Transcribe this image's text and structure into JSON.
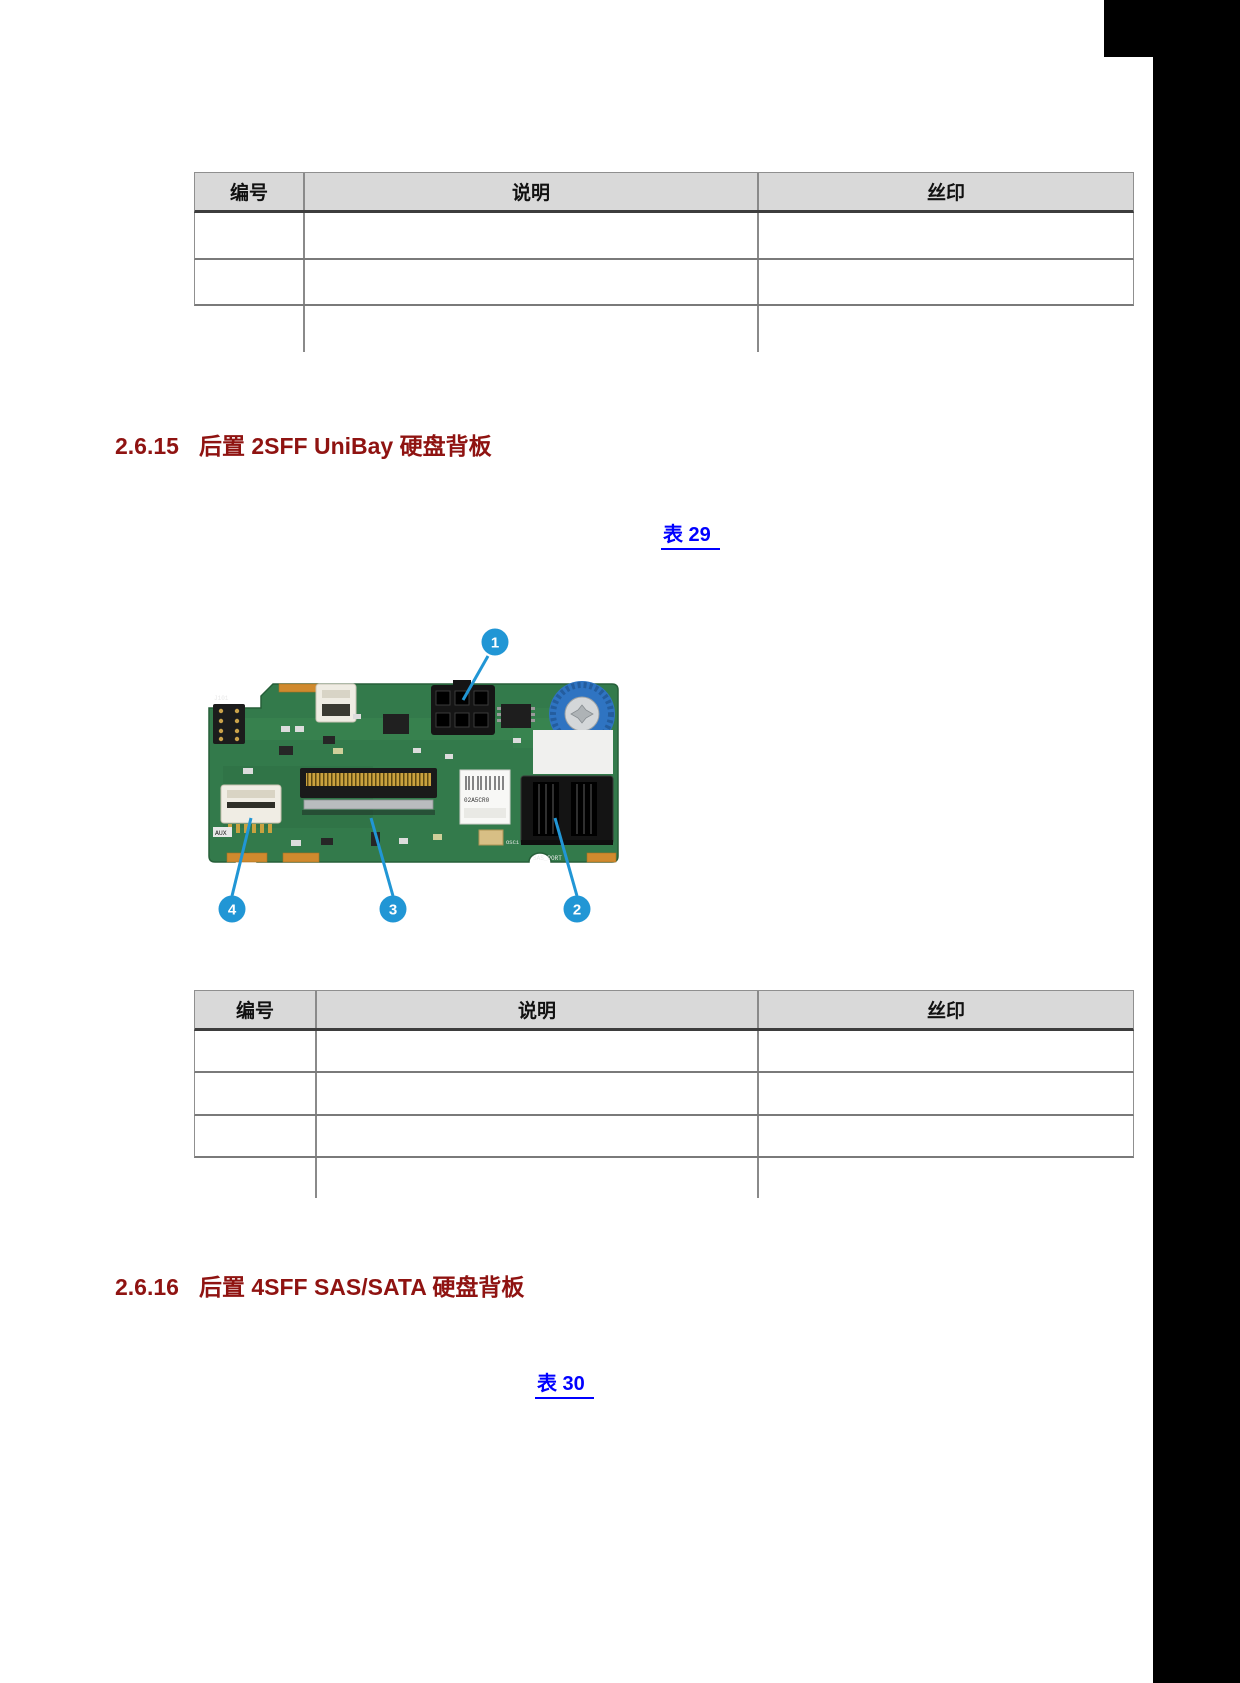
{
  "page": {
    "background": "#ffffff"
  },
  "artifacts": {
    "right_bar_color": "#000000",
    "corner_block_color": "#000000"
  },
  "sections": [
    {
      "number": "2.6.15",
      "title": "后置 2SFF UniBay 硬盘背板",
      "link_label": "表 29"
    },
    {
      "number": "2.6.16",
      "title": "后置 4SFF SAS/SATA 硬盘背板",
      "link_label": "表 30"
    }
  ],
  "tables": [
    {
      "headers": [
        "编号",
        "说明",
        "丝印"
      ],
      "rows": [
        [
          "",
          "",
          ""
        ],
        [
          "",
          "",
          ""
        ],
        [
          "",
          "",
          ""
        ]
      ]
    },
    {
      "headers": [
        "编号",
        "说明",
        "丝印"
      ],
      "rows": [
        [
          "",
          "",
          ""
        ],
        [
          "",
          "",
          ""
        ],
        [
          "",
          "",
          ""
        ],
        [
          "",
          "",
          ""
        ]
      ]
    }
  ],
  "figure": {
    "callouts": [
      "1",
      "2",
      "3",
      "4"
    ],
    "silkscreen": [
      "J101",
      "AUX",
      "OSC1",
      "SAS_PORT"
    ],
    "label_chip": "02A5CR0"
  },
  "colors": {
    "heading_red": "#8f1311",
    "link_blue": "#0000ff",
    "callout_blue": "#2196d5",
    "table_border": "#8a8a8a",
    "table_header_fill": "#d9d9d9",
    "pcb_green": "#337a4b"
  }
}
